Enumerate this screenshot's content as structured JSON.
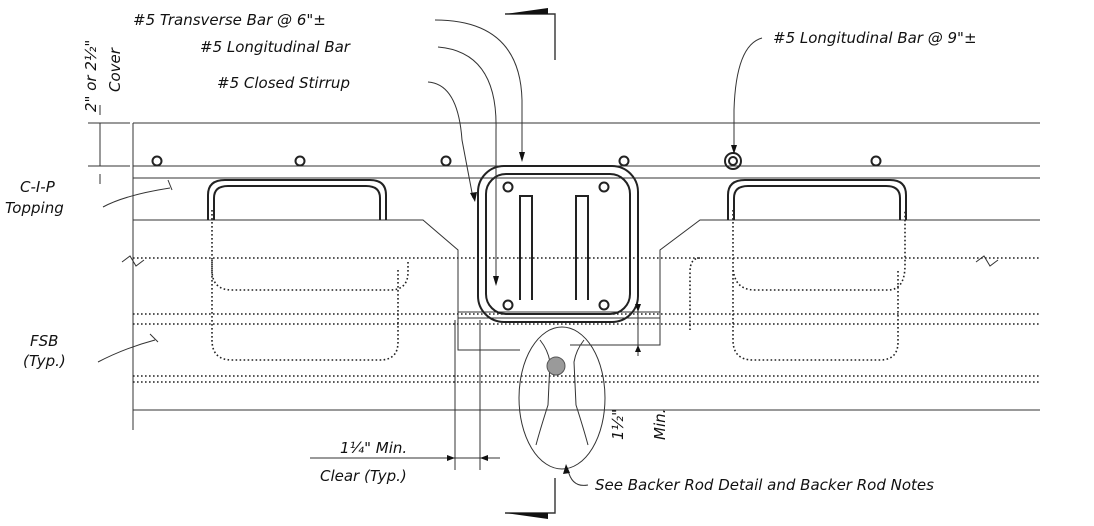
{
  "labels": {
    "transverse_bar": "#5 Transverse Bar @ 6\"±",
    "longitudinal_bar": "#5 Longitudinal Bar",
    "closed_stirrup": "#5 Closed Stirrup",
    "longitudinal_bar_9": "#5 Longitudinal Bar @ 9\"±",
    "cover_line1": "2\" or 2½\"",
    "cover_line2": "Cover",
    "cip_line1": "C-I-P",
    "cip_line2": "Topping",
    "fsb_line1": "FSB",
    "fsb_line2": "(Typ.)",
    "min_1_4": "1¼\" Min.",
    "clear_typ": "Clear (Typ.)",
    "min_1_2_a": "1½\"",
    "min_1_2_b": "Min.",
    "backer_rod": "See Backer Rod Detail and Backer Rod Notes"
  },
  "colors": {
    "line": "#333333",
    "text": "#111111",
    "hatch": "#9a9a9a"
  }
}
